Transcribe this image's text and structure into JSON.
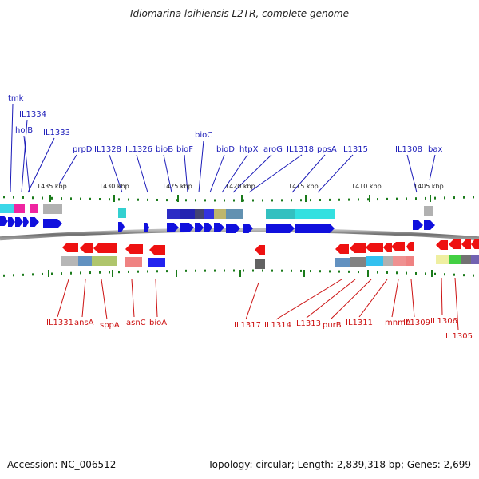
{
  "title": "Idiomarina loihiensis L2TR, complete genome",
  "accession": "Accession: NC_006512",
  "summary": "Topology: circular; Length: 2,839,318 bp; Genes: 2,699",
  "colors": {
    "forward": "#1010dd",
    "reverse": "#ee1111",
    "backbone": "#7a7a7a",
    "tick": "#1a7a1a",
    "label_top": "#1a1ab8",
    "label_bottom": "#cc1111"
  },
  "scale_labels": [
    "1435 kbp",
    "1430 kbp",
    "1425 kbp",
    "1420 kbp",
    "1415 kbp",
    "1410 kbp",
    "1405 kbp"
  ],
  "top_genes": [
    "tmk",
    "IL1334",
    "holB",
    "IL1333",
    "prpD",
    "IL1328",
    "IL1326",
    "bioB",
    "bioF",
    "bioC",
    "bioD",
    "htpX",
    "aroG",
    "IL1318",
    "ppsA",
    "IL1315",
    "IL1308",
    "bax"
  ],
  "bottom_genes": [
    "IL1331",
    "ansA",
    "sppA",
    "asnC",
    "bioA",
    "IL1317",
    "IL1314",
    "IL1313",
    "purB",
    "IL1311",
    "mnmA",
    "IL1309",
    "IL1306",
    "IL1305"
  ]
}
